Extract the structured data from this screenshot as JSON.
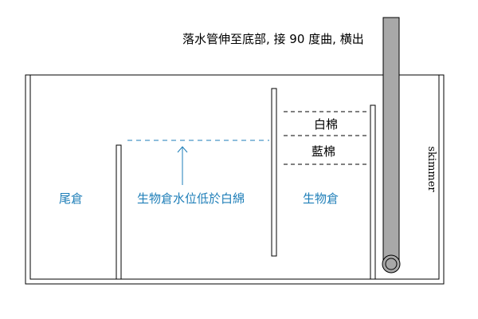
{
  "annotation": {
    "pipe_note": "落水管伸至底部, 接 90 度曲, 横出"
  },
  "chambers": {
    "tail": "尾倉",
    "bio": "生物倉"
  },
  "water_level_note": "生物倉水位低於白綿",
  "media": {
    "white_sponge": "白棉",
    "blue_sponge": "藍棉"
  },
  "equipment": {
    "skimmer": "skimmer"
  },
  "colors": {
    "outline": "#000000",
    "label_blue": "#1e7eb8",
    "water_line_blue": "#1e7eb8",
    "pipe_fill": "#a8a8a8",
    "background": "#ffffff"
  }
}
